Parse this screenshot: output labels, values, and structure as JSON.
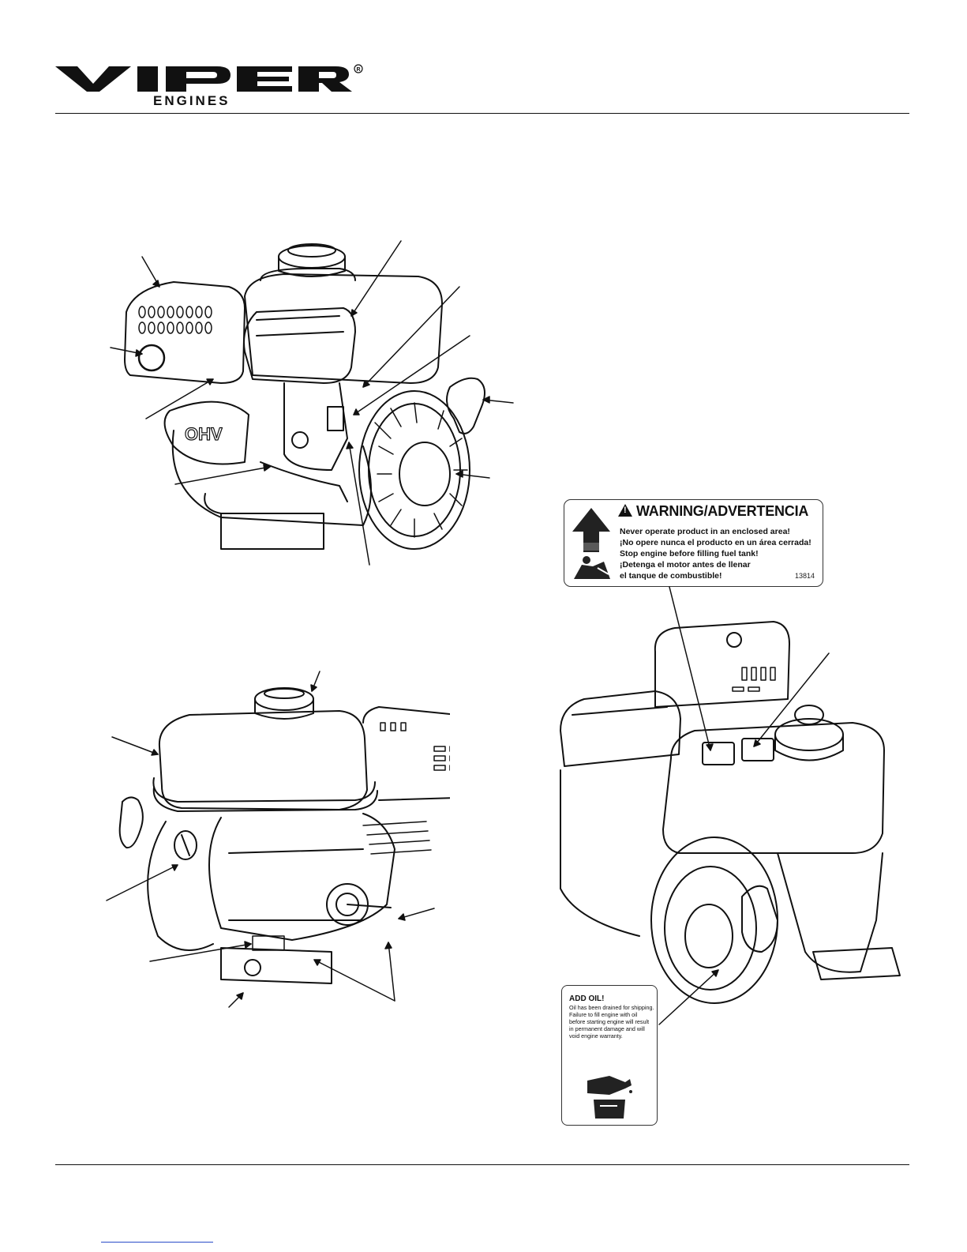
{
  "header": {
    "brand": "VIPER",
    "registered_mark": "®",
    "subbrand": "ENGINES"
  },
  "figures": {
    "top_left": {
      "badge_text": "OHV"
    }
  },
  "warning_label": {
    "title": "WARNING/ADVERTENCIA",
    "lines": [
      "Never operate product in an enclosed area!",
      "¡No opere nunca el producto en un área cerrada!",
      "Stop engine before filling fuel tank!",
      "¡Detenga el motor antes de llenar",
      "el tanque de combustible!"
    ],
    "code": "13814"
  },
  "oil_label": {
    "title": "ADD OIL!",
    "text": "Oil has been drained for shipping.  Failure to fill engine with oil before starting engine will result in permanent damage and will void engine warranty."
  }
}
